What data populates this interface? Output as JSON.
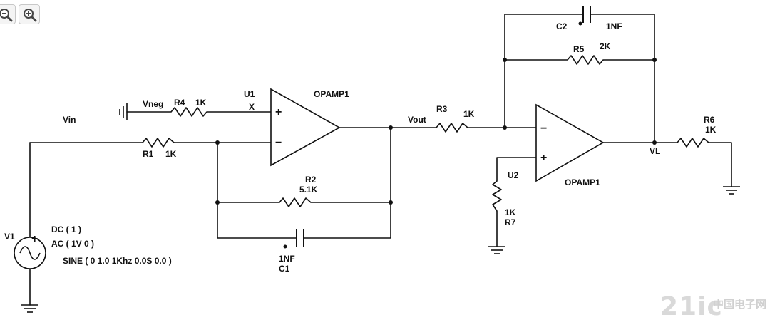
{
  "toolbar": {
    "zoom_out_icon": "zoom-out-icon",
    "zoom_in_icon": "zoom-in-icon"
  },
  "labels": {
    "vin": "Vin",
    "vout": "Vout",
    "vl": "VL",
    "vneg": "Vneg",
    "plus": "+",
    "minus": "−",
    "x": "X"
  },
  "components": {
    "u1": {
      "ref": "U1",
      "model": "OPAMP1"
    },
    "u2": {
      "ref": "U2",
      "model": "OPAMP1"
    },
    "r1": {
      "ref": "R1",
      "value": "1K"
    },
    "r2": {
      "ref": "R2",
      "value": "5.1K"
    },
    "r3": {
      "ref": "R3",
      "value": "1K"
    },
    "r4": {
      "ref": "R4",
      "value": "1K"
    },
    "r5": {
      "ref": "R5",
      "value": "2K"
    },
    "r6": {
      "ref": "R6",
      "value": "1K"
    },
    "r7": {
      "ref": "R7",
      "value": "1K"
    },
    "c1": {
      "ref": "C1",
      "value": "1NF"
    },
    "c2": {
      "ref": "C2",
      "value": "1NF"
    },
    "v1": {
      "ref": "V1",
      "dc": "DC ( 1 )",
      "ac": "AC ( 1V 0 )",
      "sine": "SINE ( 0 1.0 1Khz 0.0S 0.0 )"
    }
  },
  "watermark": {
    "primary": "21ic",
    "secondary": "中国电子网"
  },
  "colors": {
    "wire": "#111111",
    "watermark": "#d4d4d4",
    "button_bg": "#f4f4f4"
  }
}
